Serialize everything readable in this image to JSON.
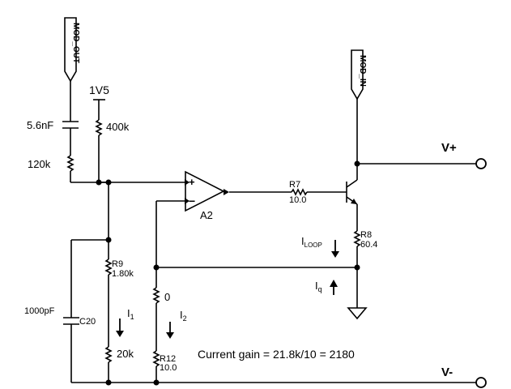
{
  "connectors": {
    "mod_out": "MOD_OUT",
    "mod_in": "MOD_IN"
  },
  "rails": {
    "v_plus": "V+",
    "v_minus": "V-",
    "bias": "1V5"
  },
  "components": {
    "c_input": "5.6nF",
    "r_120k": "120k",
    "r_400k": "400k",
    "opamp": "A2",
    "opamp_plus": "+",
    "opamp_minus": "−",
    "r7_name": "R7",
    "r7_value": "10.0",
    "r8_name": "R8",
    "r8_value": "60.4",
    "r9_name": "R9",
    "r9_value": "1.80k",
    "r_20k": "20k",
    "r_zero": "0",
    "r12_name": "R12",
    "r12_value": "10.0",
    "c20_value": "1000pF",
    "c20_name": "C20"
  },
  "currents": {
    "i_loop_base": "I",
    "i_loop_sub": "LOOP",
    "i_q_base": "I",
    "i_q_sub": "q",
    "i1_base": "I",
    "i1_sub": "1",
    "i2_base": "I",
    "i2_sub": "2"
  },
  "annotation": "Current gain = 21.8k/10 = 2180"
}
